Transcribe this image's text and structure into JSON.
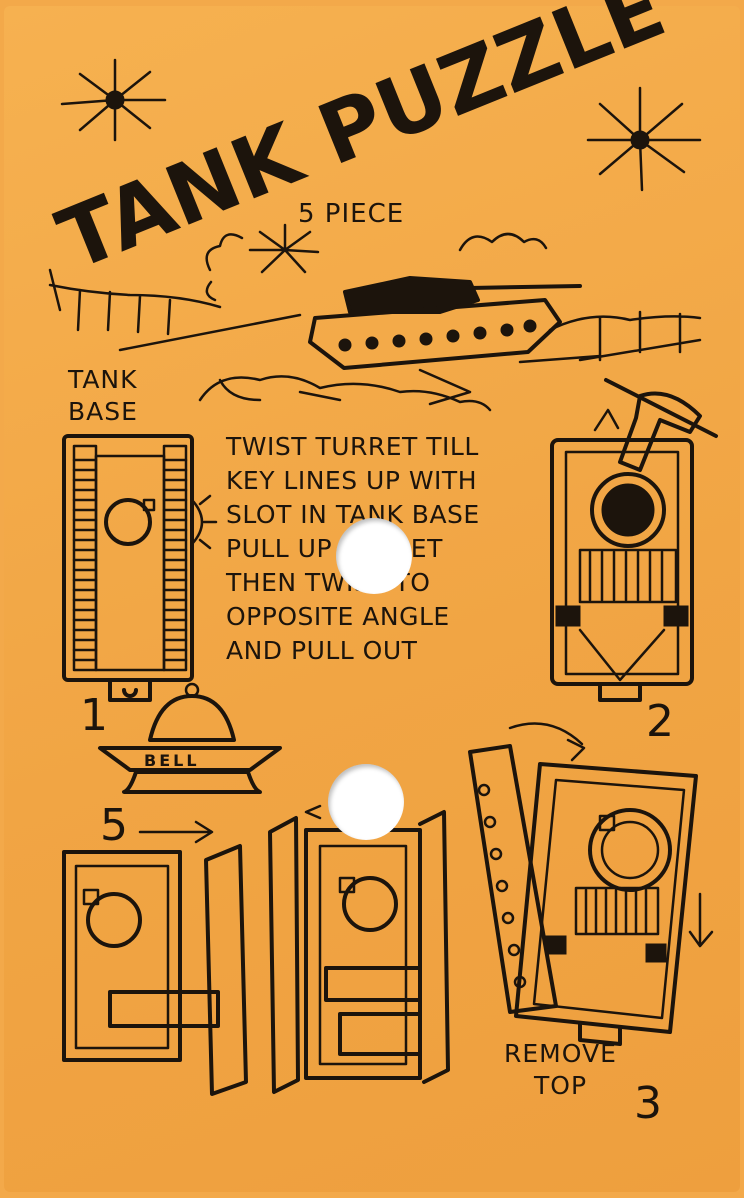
{
  "card": {
    "title": "TANK PUZZLE",
    "subtitle": "5 PIECE",
    "tank_base_label": [
      "TANK",
      "BASE"
    ],
    "instructions": [
      "TWIST TURRET TILL",
      "KEY LINES UP WITH",
      "SLOT IN TANK BASE",
      "PULL UP TURRET",
      "THEN TWIST TO",
      "OPPOSITE ANGLE",
      "AND PULL OUT"
    ],
    "step_numbers": [
      "1",
      "2",
      "3",
      "5"
    ],
    "remove_top_label": [
      "REMOVE",
      "TOP"
    ],
    "bell_logo_text": "BELL",
    "colors": {
      "paper": "#f3a94a",
      "ink": "#1c140c",
      "hole": "#ffffff"
    },
    "icons": [
      "explosion-icon",
      "tank-icon",
      "bell-logo-icon",
      "arrow-icon"
    ]
  }
}
